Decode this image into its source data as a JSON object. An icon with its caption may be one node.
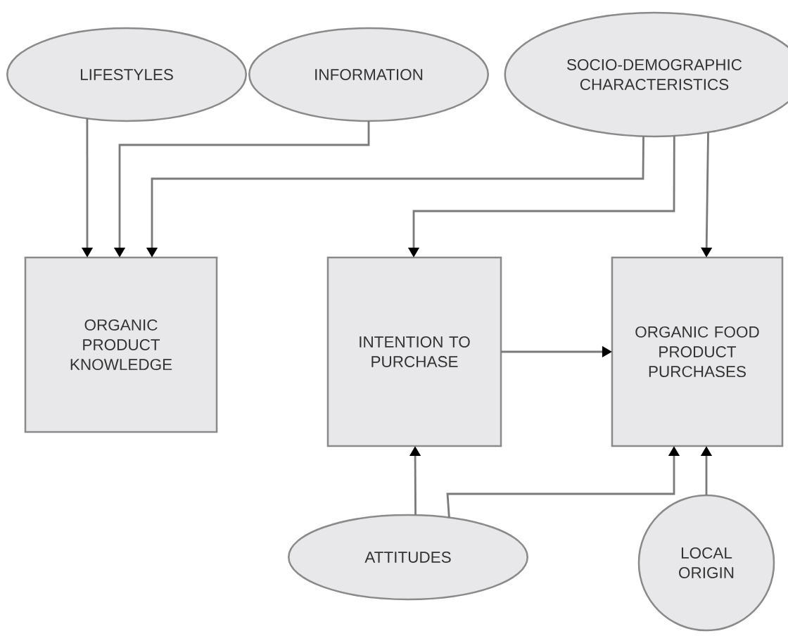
{
  "diagram": {
    "nodes": [
      {
        "text": [
          "LIFESTYLES"
        ]
      },
      {
        "text": [
          "INFORMATION"
        ]
      },
      {
        "text": [
          "SOCIO-DEMOGRAPHIC CHARACTERISTICS"
        ]
      },
      {
        "text": [
          "ORGANIC PRODUCT KNOWLEDGE"
        ]
      },
      {
        "text": [
          "INTENTION TO PURCHASE"
        ]
      },
      {
        "text": [
          "ORGANIC FOOD PRODUCT PURCHASES"
        ]
      },
      {
        "text": [
          "ATTITUDES"
        ]
      },
      {
        "text": [
          "LOCAL ORIGIN"
        ]
      }
    ],
    "edges": [
      {
        "from": 0,
        "to": 3,
        "arrow": "to"
      },
      {
        "from": 1,
        "to": 3,
        "arrow": "to"
      },
      {
        "from": 2,
        "to": 3,
        "arrow": "to"
      },
      {
        "from": 2,
        "to": 4,
        "arrow": "to"
      },
      {
        "from": 2,
        "to": 5,
        "arrow": "to"
      },
      {
        "from": 4,
        "to": 5,
        "arrow": "to"
      },
      {
        "from": 6,
        "to": 4,
        "arrow": "to"
      },
      {
        "from": 6,
        "to": 5,
        "arrow": "to"
      },
      {
        "from": 7,
        "to": 5,
        "arrow": "to"
      }
    ]
  }
}
